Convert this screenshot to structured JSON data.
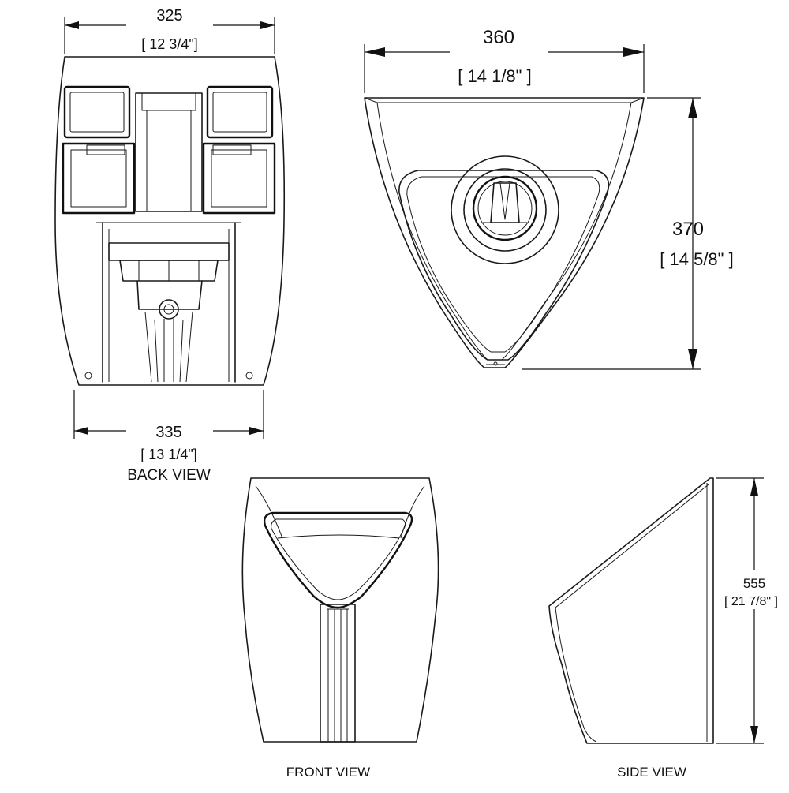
{
  "back_view": {
    "label": "BACK VIEW",
    "top_width_mm": "325",
    "top_width_in": "[ 12 3/4\"]",
    "bottom_width_mm": "335",
    "bottom_width_in": "[ 13 1/4\"]"
  },
  "top_view": {
    "width_mm": "360",
    "width_in": "[ 14 1/8\" ]",
    "depth_mm": "370",
    "depth_in": "[ 14 5/8\" ]"
  },
  "front_view": {
    "label": "FRONT VIEW"
  },
  "side_view": {
    "label": "SIDE VIEW",
    "height_mm": "555",
    "height_in": "[ 21 7/8\" ]"
  }
}
